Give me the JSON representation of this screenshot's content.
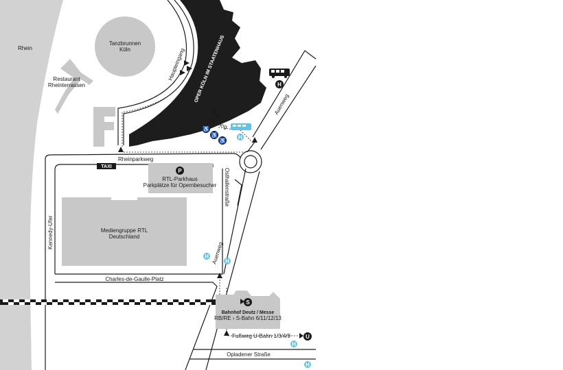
{
  "map": {
    "labels": {
      "river": "Rhein",
      "fountain_line1": "Tanzbrunnen",
      "fountain_line2": "Köln",
      "restaurant_line1": "Restaurant",
      "restaurant_line2": "Rheinterrassen",
      "main_entrance": "Haupteingang",
      "opera": "OPER KÖLN IM STAATENHAUS",
      "entrance": "Eingang",
      "auenweg_top": "Auenweg",
      "auenweg_mid": "Auenweg",
      "rheinparkweg": "Rheinparkweg",
      "taxi": "TAXI",
      "parking_line1": "RTL-Parkhaus",
      "parking_line2": "Parkplätze für Opernbesucher",
      "ottoplatz": "Osthallenstraße",
      "kennedy": "Kennedy-Ufer",
      "rtl_line1": "Mediengruppe RTL",
      "rtl_line2": "Deutschland",
      "charles": "Charles-de-Gaulle-Platz",
      "station_line1": "Bahnhof Deutz / Messe",
      "station_line2": "RB/RE › S-Bahn 6/11/12/13",
      "footpath": "Fußweg U-Bahn 1/3/4/9",
      "opladener": "Opladener Straße"
    },
    "symbols": {
      "parking": "P",
      "bus_stop": "H",
      "sbahn": "S",
      "ubahn": "U",
      "accessible": "♿"
    },
    "colors": {
      "water": "#d2d2d2",
      "building": "#c8c8c8",
      "opera": "#1d1d1d",
      "tram_stop": "#62c3e6",
      "road": "#1a1a1a"
    }
  }
}
